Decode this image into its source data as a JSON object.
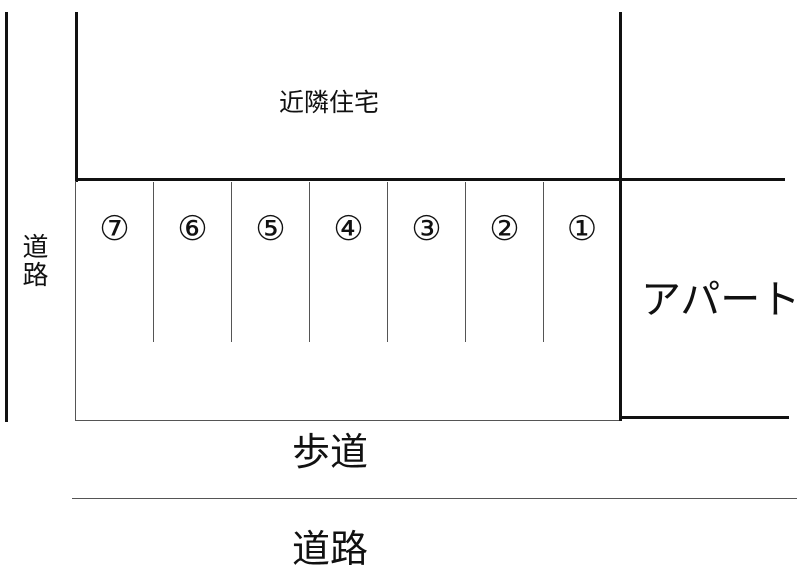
{
  "labels": {
    "neighbor_house": "近隣住宅",
    "road_left": "道路",
    "apartment": "アパート",
    "sidewalk": "歩道",
    "road_bottom": "道路"
  },
  "stalls": [
    "⑦",
    "⑥",
    "⑤",
    "④",
    "③",
    "②",
    "①"
  ]
}
